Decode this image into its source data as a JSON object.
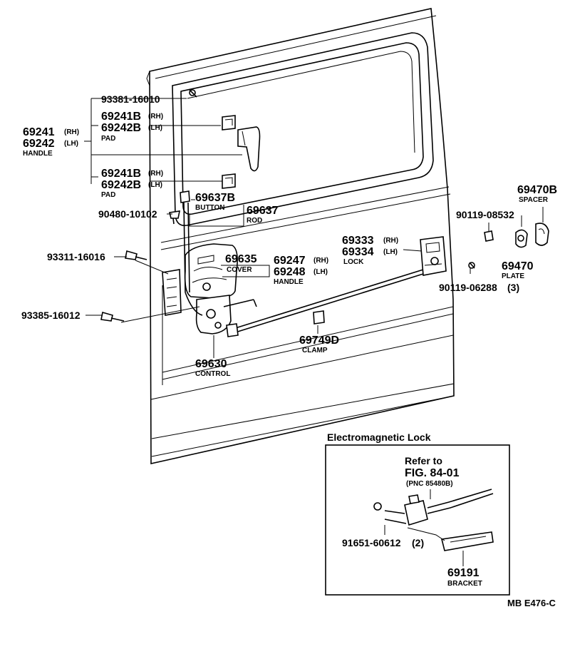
{
  "labels": {
    "p93381": "93381-16010",
    "p69241b_a": "69241B",
    "p69242b_a": "69242B",
    "rh": "(RH)",
    "lh": "(LH)",
    "pad": "PAD",
    "p69241": "69241",
    "p69242": "69242",
    "handle": "HANDLE",
    "p69241b_b": "69241B",
    "p69242b_b": "69242B",
    "p69637b": "69637B",
    "button": "BUTTON",
    "p69637": "69637",
    "rod": "ROD",
    "p90480": "90480-10102",
    "p93311": "93311-16016",
    "p69635": "69635",
    "cover": "COVER",
    "p69247": "69247",
    "p69248": "69248",
    "p93385": "93385-16012",
    "p69630": "69630",
    "control": "CONTROL",
    "p69749d": "69749D",
    "clamp": "CLAMP",
    "p69333": "69333",
    "p69334": "69334",
    "lock": "LOCK",
    "p69470b": "69470B",
    "spacer": "SPACER",
    "p90119_08532": "90119-08532",
    "p69470": "69470",
    "plate": "PLATE",
    "p90119_06288": "90119-06288",
    "qty3": "(3)",
    "inset_title": "Electromagnetic Lock",
    "refer_to": "Refer to",
    "fig": "FIG. 84-01",
    "pnc": "(PNC 85480B)",
    "p91651": "91651-60612",
    "qty2": "(2)",
    "p69191": "69191",
    "bracket": "BRACKET",
    "footer": "MB  E476-C"
  }
}
